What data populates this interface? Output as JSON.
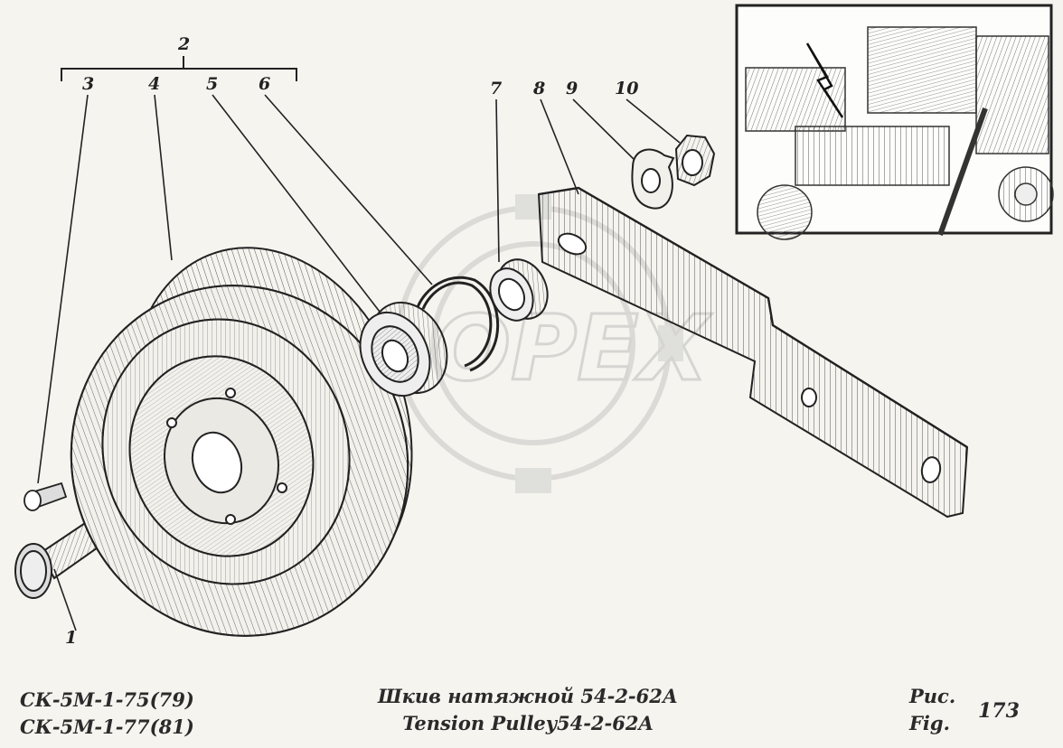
{
  "callouts": [
    "1",
    "2",
    "3",
    "4",
    "5",
    "6",
    "7",
    "8",
    "9",
    "10"
  ],
  "model_codes": [
    "СК-5М-1-75(79)",
    "СК-5М-1-77(81)"
  ],
  "title_ru": "Шкив натяжной 54-2-62А",
  "title_en": "Tension Pulley54-2-62A",
  "fig_label_ru": "Рис.",
  "fig_label_en": "Fig.",
  "fig_number": "173",
  "watermark": "OPEX"
}
